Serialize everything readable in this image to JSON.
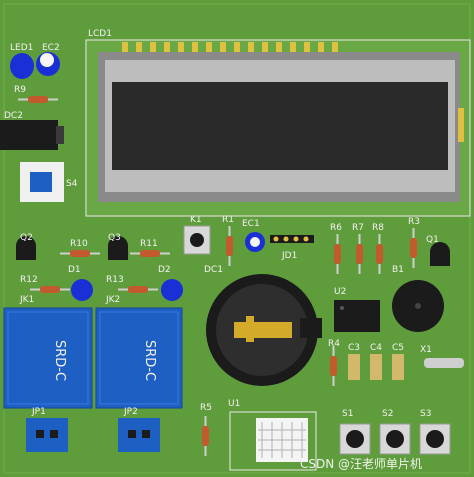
{
  "labels": {
    "lcd": "LCD1",
    "led1": "LED1",
    "ec2": "EC2",
    "r9": "R9",
    "dc2": "DC2",
    "s4": "S4",
    "q2": "Q2",
    "r10": "R10",
    "q3": "Q3",
    "r11": "R11",
    "k1": "K1",
    "r1": "R1",
    "ec1": "EC1",
    "dc1": "DC1",
    "jd1": "JD1",
    "r6": "R6",
    "r7": "R7",
    "r8": "R8",
    "r3": "R3",
    "q1": "Q1",
    "b1": "B1",
    "r12": "R12",
    "d1": "D1",
    "r13": "R13",
    "d2": "D2",
    "jk1": "JK1",
    "jk2": "JK2",
    "relay1": "SRD-C",
    "relay2": "SRD-C",
    "u2": "U2",
    "c3": "C3",
    "c4": "C4",
    "c5": "C5",
    "r4": "R4",
    "x1": "X1",
    "r5": "R5",
    "u1": "U1",
    "jp1": "JP1",
    "jp2": "JP2",
    "s1": "S1",
    "s2": "S2",
    "s3": "S3"
  },
  "watermark": "CSDN @汪老师单片机",
  "colors": {
    "pcb": "#5f9c3c",
    "pcb_dark": "#4d8530",
    "relay_blue": "#1e5fc4",
    "led_blue": "#1a2fd6",
    "lcd_screen": "#2a2a2a"
  }
}
